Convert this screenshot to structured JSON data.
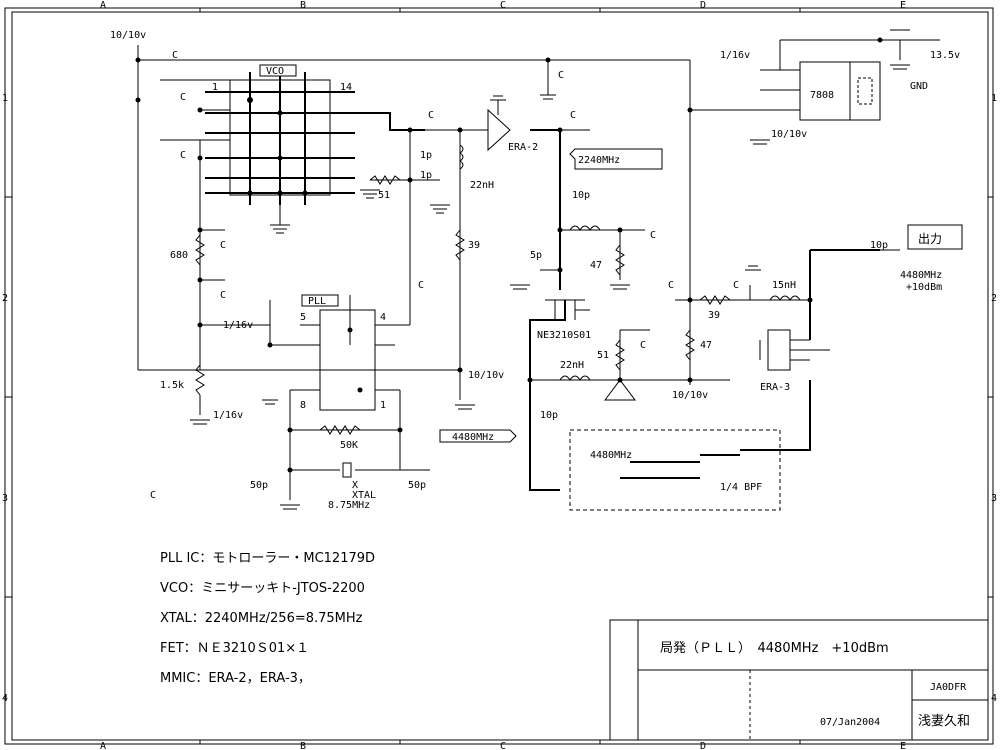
{
  "grid": {
    "cols": [
      "A",
      "B",
      "C",
      "D",
      "E"
    ],
    "rows": [
      "1",
      "2",
      "3",
      "4"
    ]
  },
  "blocks": {
    "vco": "VCO",
    "pll": "PLL",
    "reg": "7808",
    "reg_gnd": "GND",
    "era2": "ERA-2",
    "era3": "ERA-3",
    "fet": "NE3210S01",
    "bpf": "1/4 BPF",
    "bpf_freq": "4480MHz"
  },
  "labels": {
    "supply": "13.5v",
    "cap_10_10v": "10/10v",
    "cap_1_16v": "1/16v",
    "c": "C",
    "r680": "680",
    "r1_5k": "1.5k",
    "r51": "51",
    "r39": "39",
    "r47": "47",
    "r50k": "50K",
    "cap_50p": "50p",
    "cap_1p": "1p",
    "cap_10p": "10p",
    "cap_5p": "5p",
    "ind_22nh": "22nH",
    "ind_15nh": "15nH",
    "xtal_x": "X",
    "xtal": "XTAL",
    "xtal_freq": "8.75MHz",
    "tag_2240": "2240MHz",
    "tag_4480": "4480MHz",
    "output": "出力",
    "out_spec1": "4480MHz",
    "out_spec2": "+10dBm",
    "pin1": "1",
    "pin14": "14",
    "pin5": "5",
    "pin4": "4",
    "pin8": "8",
    "pin1b": "1"
  },
  "notes": [
    "PLL IC：モトローラー・MC12179D",
    "VCO：ミニサーッキト-JTOS-2200",
    "XTAL：2240MHz/256=8.75MHz",
    "FET：ＮＥ3210Ｓ01×１",
    "MMIC：ERA-2，ERA-3，"
  ],
  "title_block": {
    "title": "局発（ＰＬＬ）　4480MHz　+10dBm",
    "callsign": "JA0DFR",
    "date": "07/Jan2004",
    "author": "浅妻久和"
  }
}
